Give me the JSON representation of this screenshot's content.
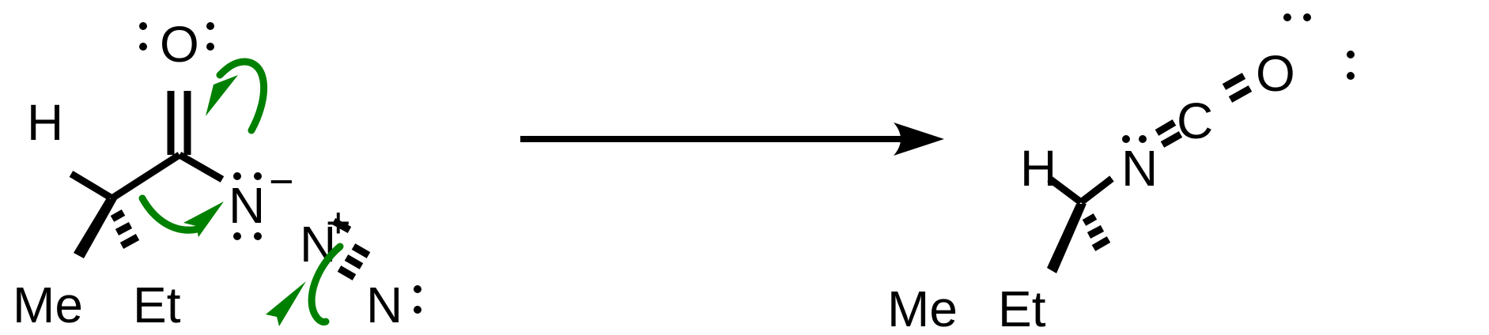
{
  "reactant": {
    "atoms": {
      "oxygen": "O",
      "hydrogen": "H",
      "methyl": "Me",
      "ethyl": "Et",
      "nitrogen1": "N",
      "nitrogen2": "N",
      "nitrogen3": "N"
    },
    "charges": {
      "n1": "−",
      "n2": "+"
    }
  },
  "product": {
    "atoms": {
      "hydrogen": "H",
      "nitrogen": "N",
      "carbon": "C",
      "oxygen": "O",
      "methyl": "Me",
      "ethyl": "Et"
    }
  },
  "colors": {
    "bonds": "#000000",
    "electron_arrows": "#008000"
  }
}
